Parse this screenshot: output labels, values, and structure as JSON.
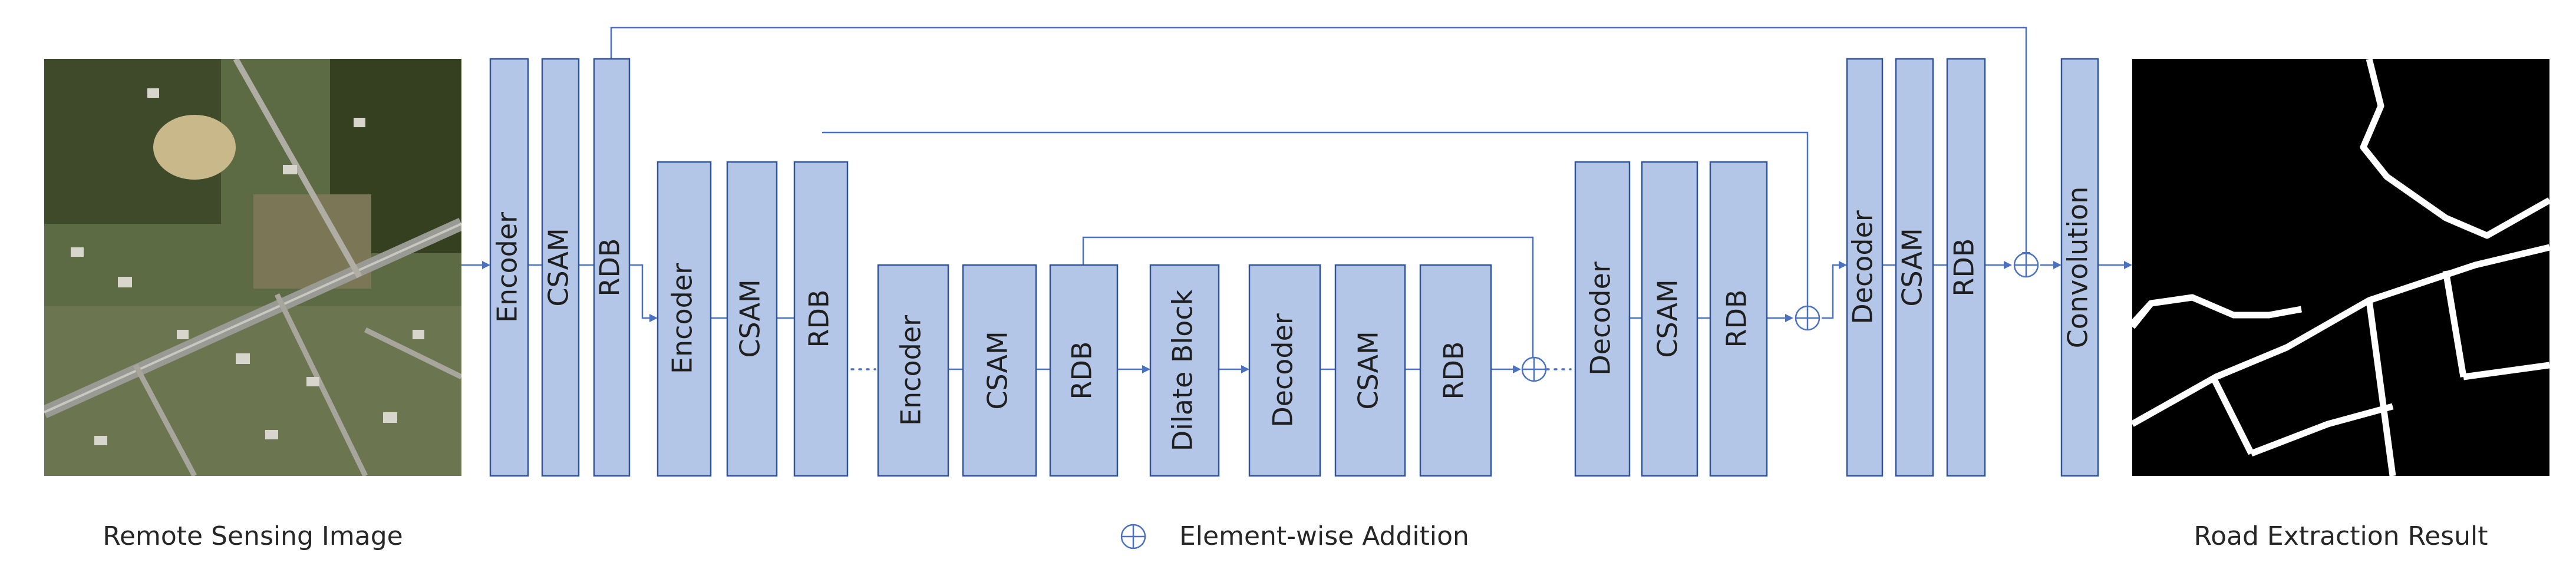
{
  "blocks": {
    "l1_encoder": "Encoder",
    "l1_csam": "CSAM",
    "l1_rdb": "RDB",
    "l2_encoder": "Encoder",
    "l2_csam": "CSAM",
    "l2_rdb": "RDB",
    "l3_encoder": "Encoder",
    "l3_csam": "CSAM",
    "l3_rdb": "RDB",
    "dilate": "Dilate Block",
    "l3_decoder": "Decoder",
    "l3_dcsam": "CSAM",
    "l3_drdb": "RDB",
    "l2_decoder": "Decoder",
    "l2_dcsam": "CSAM",
    "l2_drdb": "RDB",
    "l1_decoder": "Decoder",
    "l1_dcsam": "CSAM",
    "l1_drdb": "RDB",
    "convolution": "Convolution"
  },
  "captions": {
    "input": "Remote Sensing Image",
    "legend": "Element-wise Addition",
    "output": "Road Extraction Result"
  },
  "colors": {
    "block_fill": "#b4c6e7",
    "block_stroke": "#2f5597",
    "line": "#4a72c0"
  }
}
